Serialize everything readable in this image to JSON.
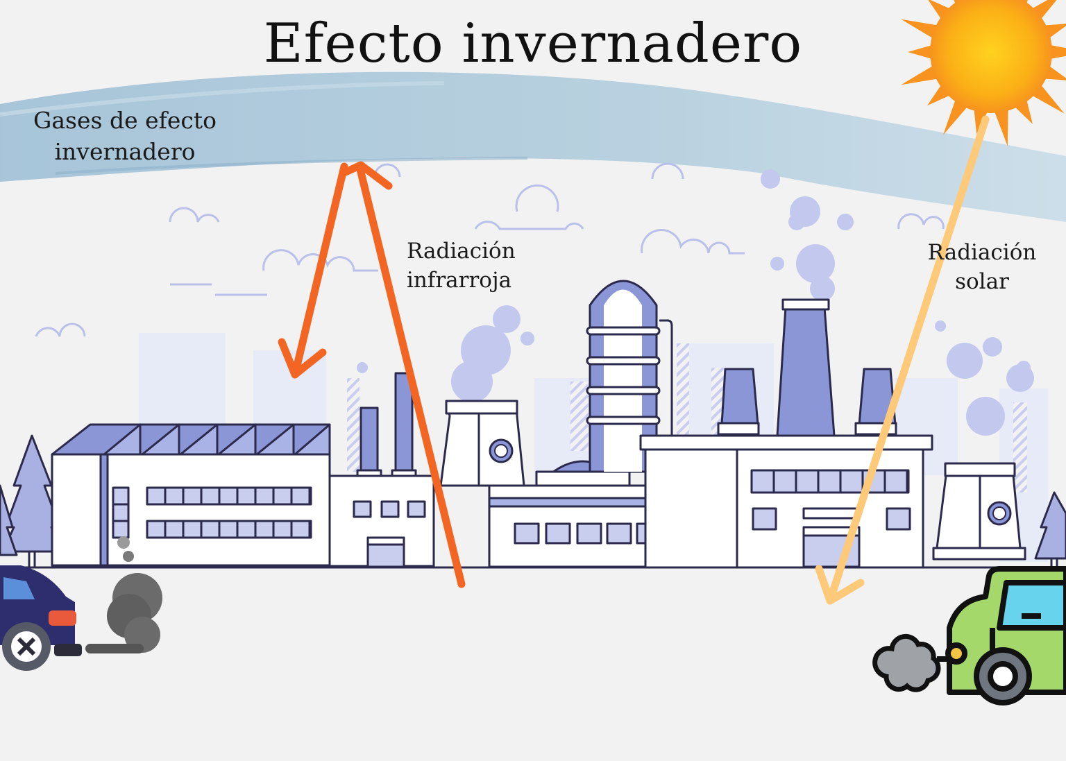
{
  "title": "Efecto invernadero",
  "labels": {
    "gases": [
      "Gases de efecto",
      "invernadero"
    ],
    "infrared": [
      "Radiación",
      "infrarroja"
    ],
    "solar": [
      "Radiación",
      "solar"
    ]
  },
  "colors": {
    "background": "#f2f2f2",
    "gas_band": "#a9c6d8",
    "infrared_arrow": "#f26522",
    "solar_arrow": "#ffc97a",
    "sun": "#f7931e",
    "building_fill": "#ffffff",
    "building_accent": "#8b96d6",
    "outline": "#2b2a4c",
    "blue_car": "#2e2d6e",
    "green_car": "#a5d86a"
  },
  "icons": [
    "sun-icon",
    "factory-icon",
    "tree-icon",
    "car-icon",
    "smoke-icon",
    "radiation-icon",
    "cloud-icon"
  ]
}
